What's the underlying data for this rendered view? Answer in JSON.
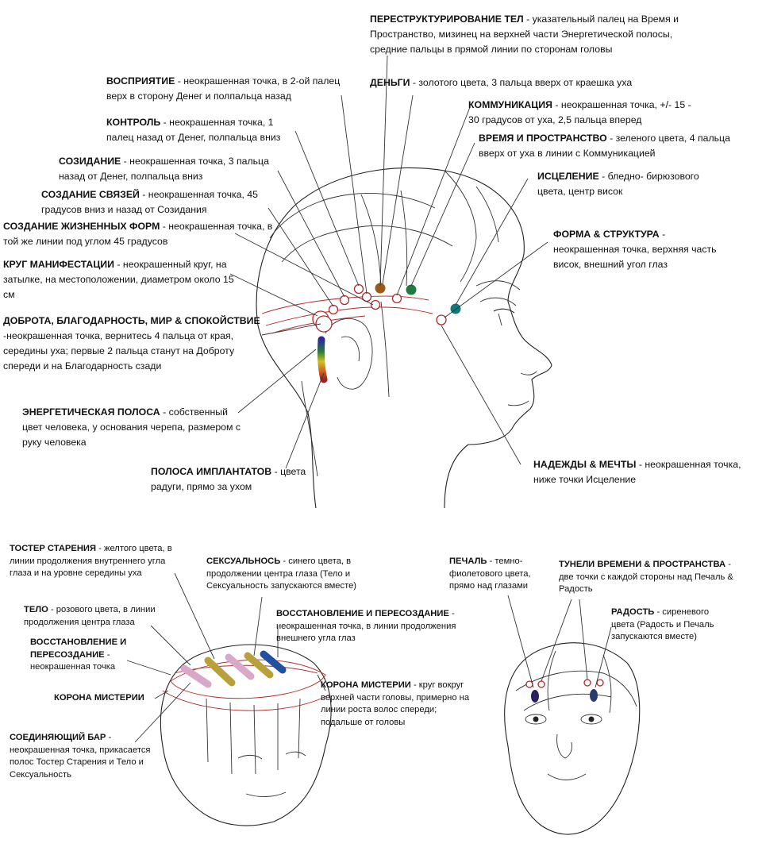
{
  "colors": {
    "money": "#9a5a1a",
    "time_space": "#1e7a3e",
    "healing": "#0f7a7a",
    "implant_band": "rainbow",
    "point_outline": "#b02a2a",
    "aging": "#b8a03a",
    "body": "#d8a8c8",
    "sexuality": "#2050a0",
    "sorrow": "#2a2060",
    "joy": "#2a3a70"
  },
  "labels": {
    "restructuring": {
      "title": "ПЕРЕСТРУКТУРИРОВАНИЕ ТЕЛ",
      "text": "- указательный палец на Время и Пространство, мизинец на верхней части Энергетической полосы, средние пальцы в прямой линии по сторонам головы"
    },
    "perception": {
      "title": "ВОСПРИЯТИЕ",
      "text": "- неокрашенная точка, в 2-ой палец верх в сторону Денег и полпальца назад"
    },
    "money": {
      "title": "ДЕНЬГИ",
      "text": "- золотого цвета, 3 пальца вверх  от краешка уха"
    },
    "control": {
      "title": "КОНТРОЛЬ",
      "text": "- неокрашенная точка, 1 палец назад от Денег, полпальца вниз"
    },
    "communication": {
      "title": "КОММУНИКАЦИЯ",
      "text": "- неокрашенная точка, +/- 15 - 30 градусов от уха, 2,5 пальца вперед"
    },
    "time_space": {
      "title": "ВРЕМЯ И ПРОСТРАНСТВО",
      "text": "- зеленого цвета, 4 пальца вверх от уха в линии с Коммуникацией"
    },
    "creation": {
      "title": "СОЗИДАНИЕ",
      "text": "- неокрашенная точка, 3 пальца назад от Денег, полпальца вниз"
    },
    "healing": {
      "title": "ИСЦЕЛЕНИЕ",
      "text": "- бледно- бирюзового цвета, центр висок"
    },
    "connections": {
      "title": "СОЗДАНИЕ СВЯЗЕЙ",
      "text": "- неокрашенная точка, 45 градусов вниз и назад от Созидания"
    },
    "life_forms": {
      "title": "СОЗДАНИЕ ЖИЗНЕННЫХ ФОРМ",
      "text": "- неокрашенная точка, в той же линии под углом 45 градусов"
    },
    "form_structure": {
      "title": "ФОРМА & СТРУКТУРА",
      "text": "- неокрашенная точка, верхняя часть висок, внешний угол глаз"
    },
    "manifestation": {
      "title": "КРУГ МАНИФЕСТАЦИИ",
      "text": "- неокрашенный круг, на затылке, на местоположении, диаметром около 15 см"
    },
    "kindness": {
      "title": "ДОБРОТА, БЛАГОДАРНОСТЬ, МИР & СПОКОЙСТВИЕ",
      "text": "-неокрашенная точка, вернитесь 4 пальца от края, середины уха; первые 2 пальца станут на Доброту спереди и на Благодарность сзади"
    },
    "energy_band": {
      "title": "ЭНЕРГЕТИЧЕСКАЯ ПОЛОСА",
      "text": "- собственный цвет человека, у основания черепа, размером с руку человека"
    },
    "implant_band": {
      "title": "ПОЛОСА ИМПЛАНТАТОВ",
      "text": "- цвета радуги, прямо за ухом"
    },
    "hopes": {
      "title": "НАДЕЖДЫ & МЕЧТЫ",
      "text": "- неокрашенная точка, ниже точки Исцеление"
    },
    "aging": {
      "title": "ТОСТЕР СТАРЕНИЯ",
      "text": "- желтого цвета, в линии продолжения внутреннего угла глаза и на уровне середины уха"
    },
    "sexuality": {
      "title": "СЕКСУАЛЬНОСЬ",
      "text": "- синего цвета, в продолжении центра глаза (Тело и Сексуальность запускаются вместе)"
    },
    "sorrow": {
      "title": "ПЕЧАЛЬ",
      "text": "- темно-фиолетового цвета, прямо над глазами"
    },
    "tunnels": {
      "title": "ТУНЕЛИ ВРЕМЕНИ & ПРОСТРАНСТВА",
      "text": "- две точки с каждой стороны над Печаль & Радость"
    },
    "body": {
      "title": "ТЕЛО",
      "text": "- розового цвета, в линии продолжения центра глаза"
    },
    "restoration_right": {
      "title": "ВОССТАНОВЛЕНИЕ И ПЕРЕСОЗДАНИЕ",
      "text": "- неокрашенная точка, в линии продолжения внешнего угла глаз"
    },
    "joy": {
      "title": "РАДОСТЬ",
      "text": "- сиреневого цвета (Радость и Печаль запускаются вместе)"
    },
    "restoration_left": {
      "title": "ВОССТАНОВЛЕНИЕ И ПЕРЕСОЗДАНИЕ",
      "text": "- неокрашенная точка"
    },
    "crown_left": {
      "title": "КОРОНА МИСТЕРИИ",
      "text": ""
    },
    "crown_right": {
      "title": "КОРОНА МИСТЕРИИ",
      "text": "- круг вокруг верхней части головы, примерно на линии роста волос спереди; подальше от головы"
    },
    "bar": {
      "title": "СОЕДИНЯЮЩИЙ БАР",
      "text": "- неокрашенная точка, прикасается полос Тостер Старения и Тело и Сексуальность"
    }
  }
}
